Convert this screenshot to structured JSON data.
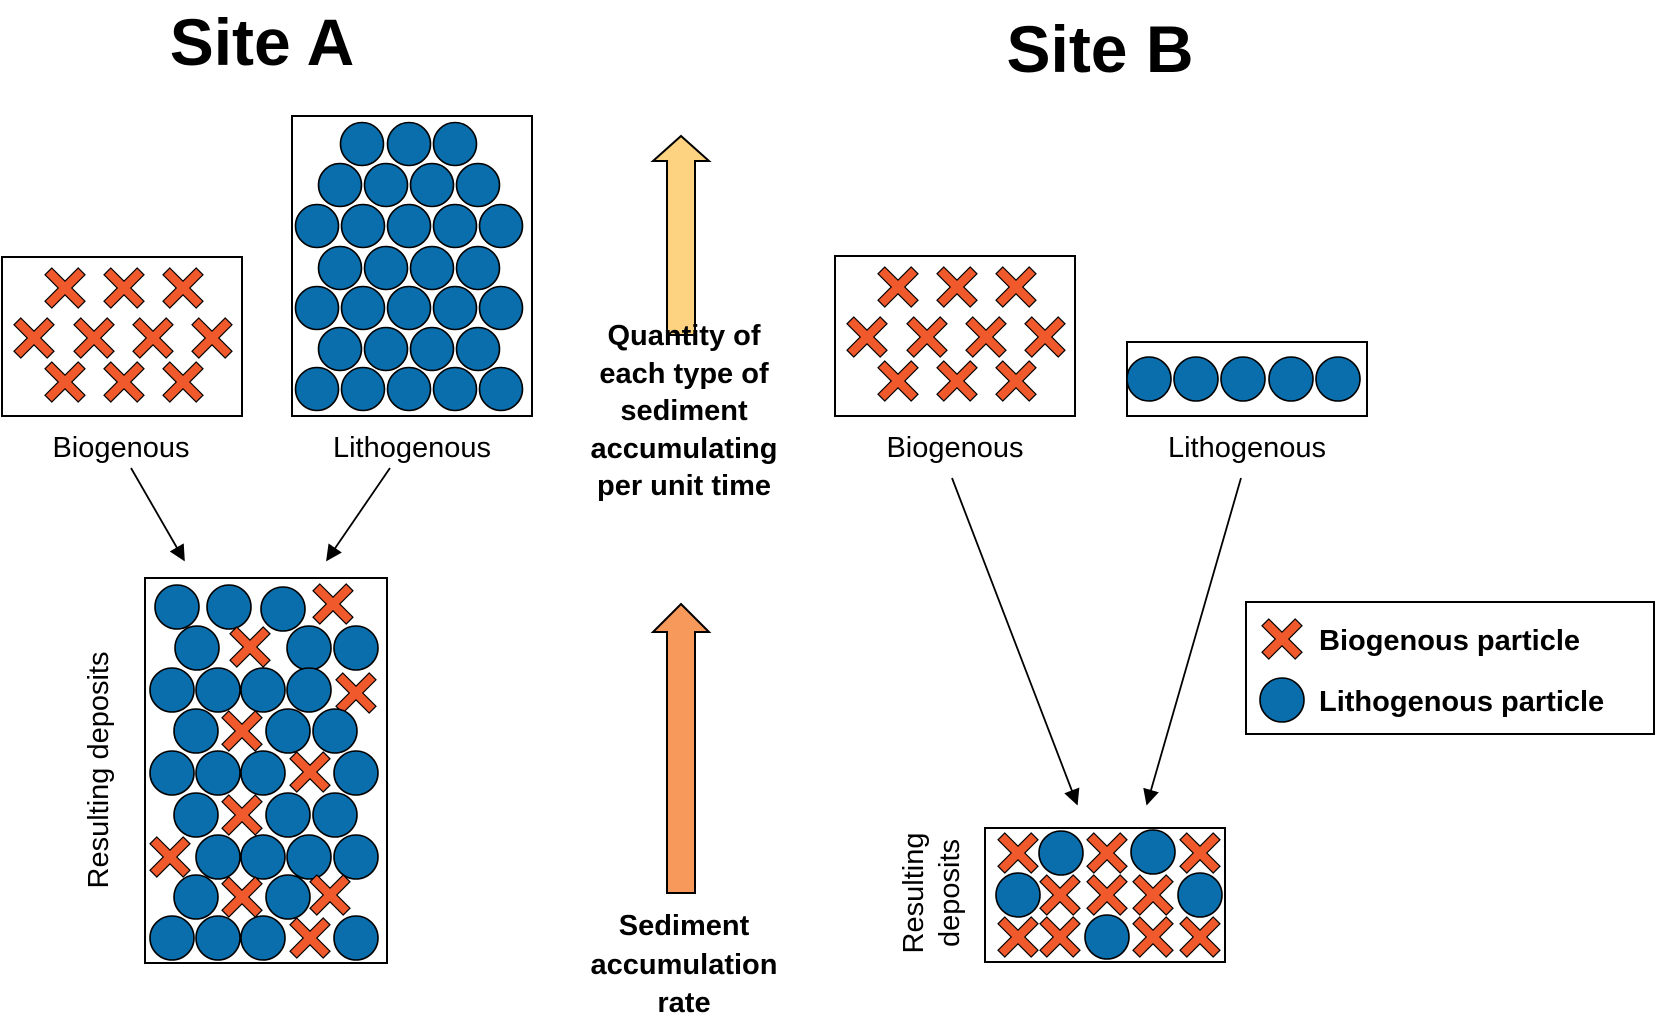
{
  "site_a": {
    "title": "Site A",
    "biogenous_label": "Biogenous",
    "lithogenous_label": "Lithogenous",
    "deposits_label": "Resulting deposits"
  },
  "site_b": {
    "title": "Site B",
    "biogenous_label": "Biogenous",
    "lithogenous_label": "Lithogenous",
    "deposits_label_lines": [
      "Resulting",
      "deposits"
    ]
  },
  "center": {
    "quantity_lines": [
      "Quantity of",
      "each type of",
      "sediment",
      "accumulating",
      "per unit time"
    ],
    "rate_lines": [
      "Sediment",
      "accumulation",
      "rate"
    ]
  },
  "legend": {
    "biogenous": "Biogenous particle",
    "lithogenous": "Lithogenous particle"
  },
  "colors": {
    "biogenous": "#f0592b",
    "lithogenous": "#0a6eac",
    "arrow_light": "#fdd281",
    "arrow_dark": "#f7995a"
  }
}
